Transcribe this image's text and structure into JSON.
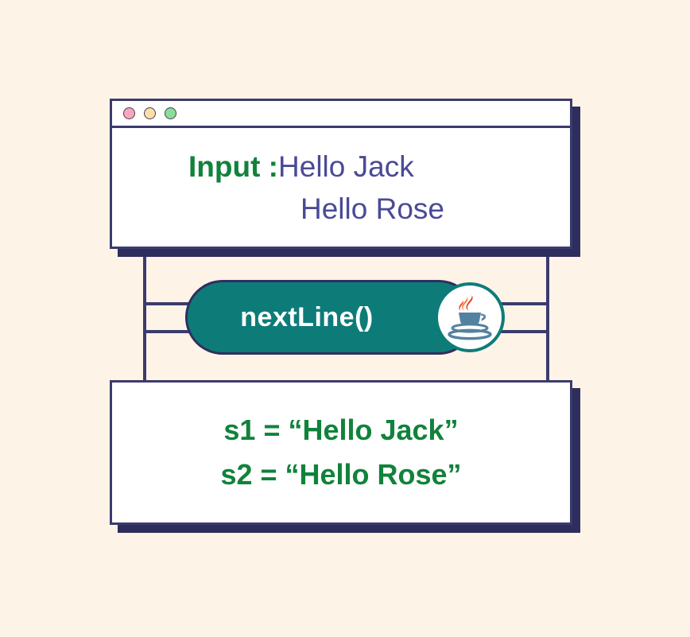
{
  "diagram": {
    "title": "Java Scanner nextLine() diagram",
    "background_color": "#FDF3E7"
  },
  "input_window": {
    "traffic_lights": [
      {
        "name": "close",
        "color": "#F7A8BE"
      },
      {
        "name": "minimize",
        "color": "#FBDFA8"
      },
      {
        "name": "maximize",
        "color": "#8BDE9A"
      }
    ],
    "label": "Input :",
    "label_color": "#11823B",
    "value_color": "#4A4A96",
    "lines": [
      "Hello Jack",
      "Hello Rose"
    ]
  },
  "method": {
    "label": "nextLine()",
    "pill_color": "#0D7C79",
    "border_color": "#2F2F60",
    "text_color": "#FFFFFF",
    "badge_icon": "java-logo-icon"
  },
  "output_window": {
    "text_color": "#11823B",
    "lines": [
      "s1 = “Hello Jack”",
      "s2 = “Hello Rose”"
    ]
  },
  "connectors": {
    "color": "#3B3B6D",
    "count": 4
  }
}
